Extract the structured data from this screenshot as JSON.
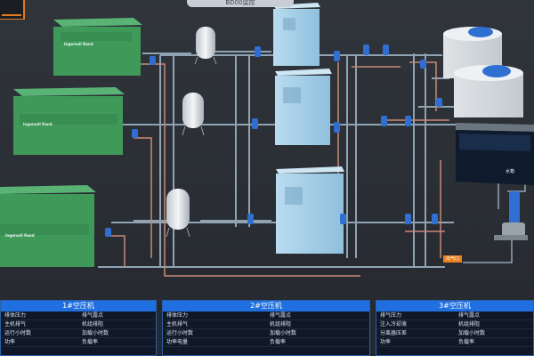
{
  "title": "BD00监控",
  "labels": {
    "outlet": "出气口",
    "water_tank": "水箱",
    "brand": "Ingersoll Rand"
  },
  "panels": [
    {
      "title": "1#空压机",
      "rows": [
        [
          "排体压力",
          "排气露点"
        ],
        [
          "主机排气",
          "机组排阻"
        ],
        [
          "运行小时数",
          "加载小时数"
        ],
        [
          "功率",
          "负载率"
        ]
      ]
    },
    {
      "title": "2#空压机",
      "rows": [
        [
          "排体压力",
          "排气露点"
        ],
        [
          "主机排气",
          "机组排阻"
        ],
        [
          "运行小时数",
          "加载小时数"
        ],
        [
          "功率电量",
          "负载率"
        ]
      ]
    },
    {
      "title": "3#空压机",
      "rows": [
        [
          "排气压力",
          "排气露点"
        ],
        [
          "注入冷却液",
          "机组排阻"
        ],
        [
          "分离器压差",
          "加载小时数"
        ],
        [
          "功率",
          "负载率"
        ]
      ]
    }
  ],
  "colors": {
    "floor": "#2b2f36",
    "compressor": "#3f9a5a",
    "dryer": "#9bc9e6",
    "pipe": "#8fa3b3",
    "hot_pipe": "#c98a78",
    "pump": "#2f6fd2",
    "panel_header": "#1f6fe0",
    "accent": "#e8821e"
  }
}
